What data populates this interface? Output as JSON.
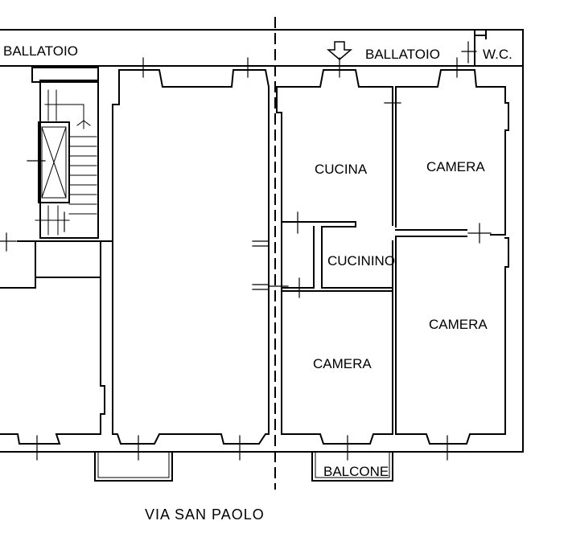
{
  "labels": {
    "ballatoio_left": "BALLATOIO",
    "ballatoio_right": "BALLATOIO",
    "wc": "W.C.",
    "cucina": "CUCINA",
    "cucinino": "CUCININO",
    "camera_top_right": "CAMERA",
    "camera_bottom_right": "CAMERA",
    "camera_bottom_center": "CAMERA",
    "balcone": "BALCONE",
    "street": "VIA SAN PAOLO"
  },
  "colors": {
    "line": "#000000",
    "background": "#ffffff"
  },
  "icons": {
    "entrance_marker": "down-arrow-icon",
    "stair_lift": "lift-shaft-icon"
  }
}
